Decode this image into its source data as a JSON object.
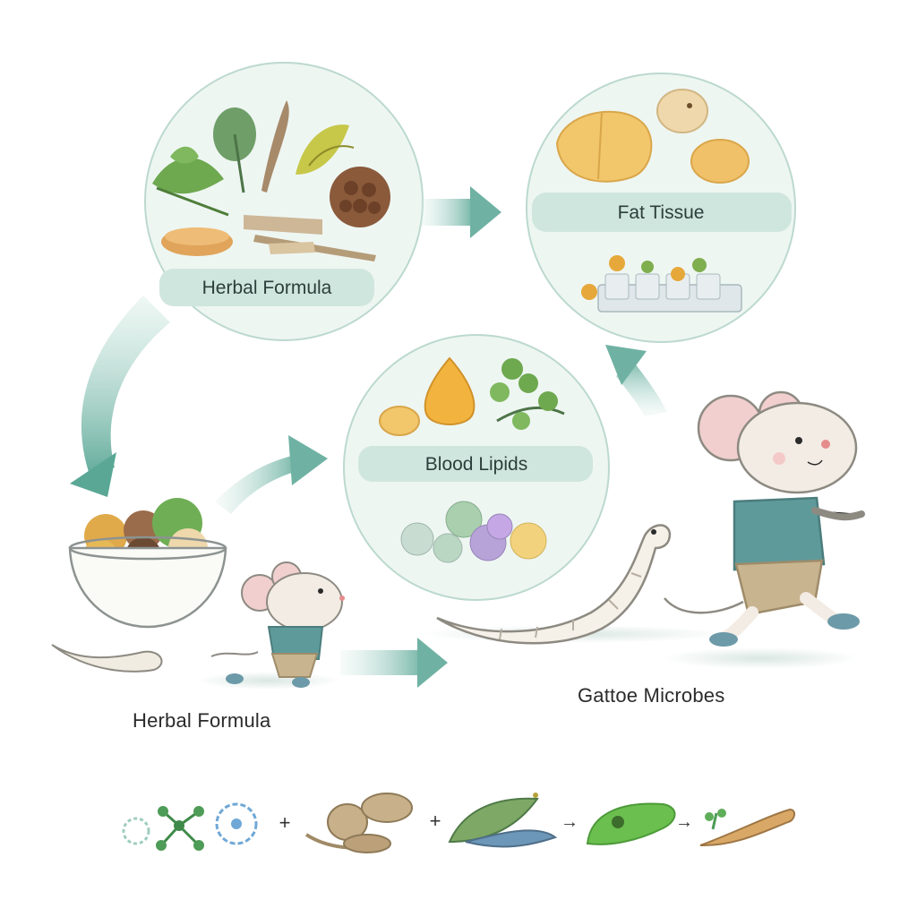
{
  "bubbles": {
    "herbal": {
      "label": "Herbal Formula"
    },
    "fat": {
      "label": "Fat Tissue"
    },
    "lipids": {
      "label": "Blood Lipids"
    }
  },
  "captions": {
    "herbal_formula": "Herbal Formula",
    "gut_microbes": "Gattoe Microbes"
  },
  "sequence_separators": [
    "+",
    "+",
    "→",
    "→"
  ],
  "colors": {
    "bubble_fill": "#eef6f2",
    "bubble_stroke": "#bcd9cf",
    "banner": "#cfe6de",
    "arrow": "#8cc4b7",
    "arrow_dark": "#5aa796",
    "mouse_shirt": "#5f9a9a",
    "mouse_shorts": "#c8b48f",
    "mouse_body": "#f3ece4"
  }
}
